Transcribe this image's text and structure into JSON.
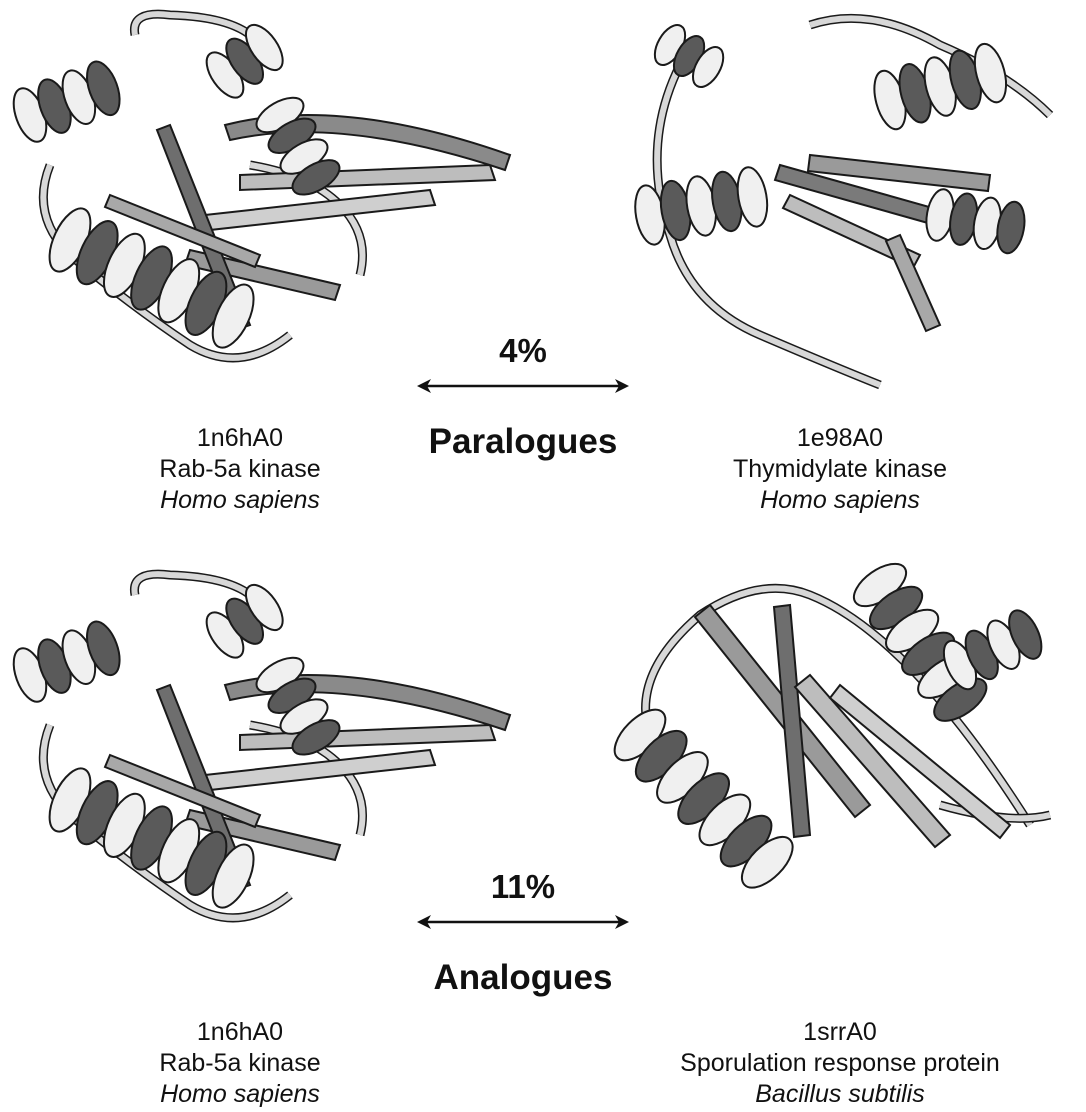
{
  "top": {
    "left": {
      "id": "1n6hA0",
      "name": "Rab-5a kinase",
      "species": "Homo sapiens"
    },
    "right": {
      "id": "1e98A0",
      "name": "Thymidylate kinase",
      "species": "Homo sapiens"
    },
    "percent": "4%",
    "relation": "Paralogues"
  },
  "bottom": {
    "left": {
      "id": "1n6hA0",
      "name": "Rab-5a kinase",
      "species": "Homo sapiens"
    },
    "right": {
      "id": "1srrA0",
      "name": "Sporulation response protein",
      "species": "Bacillus subtilis"
    },
    "percent": "11%",
    "relation": "Analogues"
  },
  "colors": {
    "ribbon_light": "#f0f0f0",
    "ribbon_dark": "#5a5a5a",
    "coil": "#d8d8d8",
    "outline": "#1a1a1a"
  }
}
